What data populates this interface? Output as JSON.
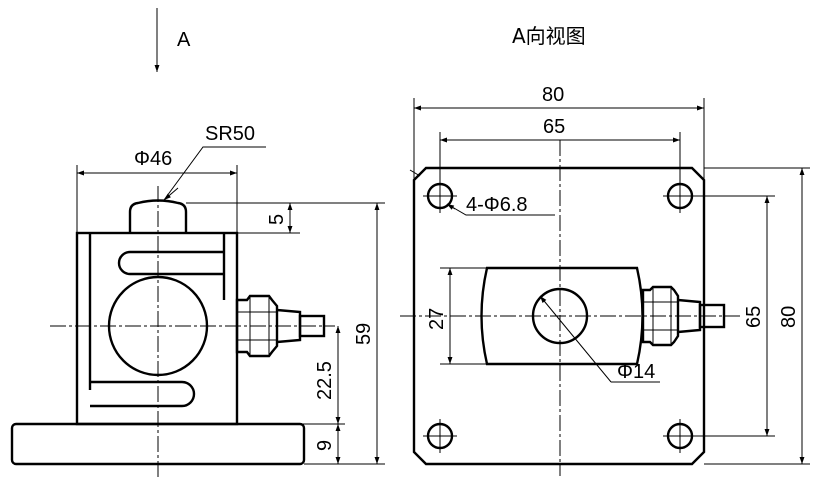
{
  "view_arrow_label": "A",
  "view_title": "A向视图",
  "left_view": {
    "dim_top_width": "Φ46",
    "dim_sphere_radius": "SR50",
    "dim_dome_height": "5",
    "dim_total_height": "59",
    "dim_center_height": "22.5",
    "dim_base_thickness": "9"
  },
  "right_view": {
    "dim_overall_width": "80",
    "dim_hole_spacing_x": "65",
    "dim_hole_callout": "4-Φ6.8",
    "dim_slot_height": "27",
    "dim_bore_diameter": "Φ14",
    "dim_hole_spacing_y": "65",
    "dim_overall_height": "80"
  }
}
